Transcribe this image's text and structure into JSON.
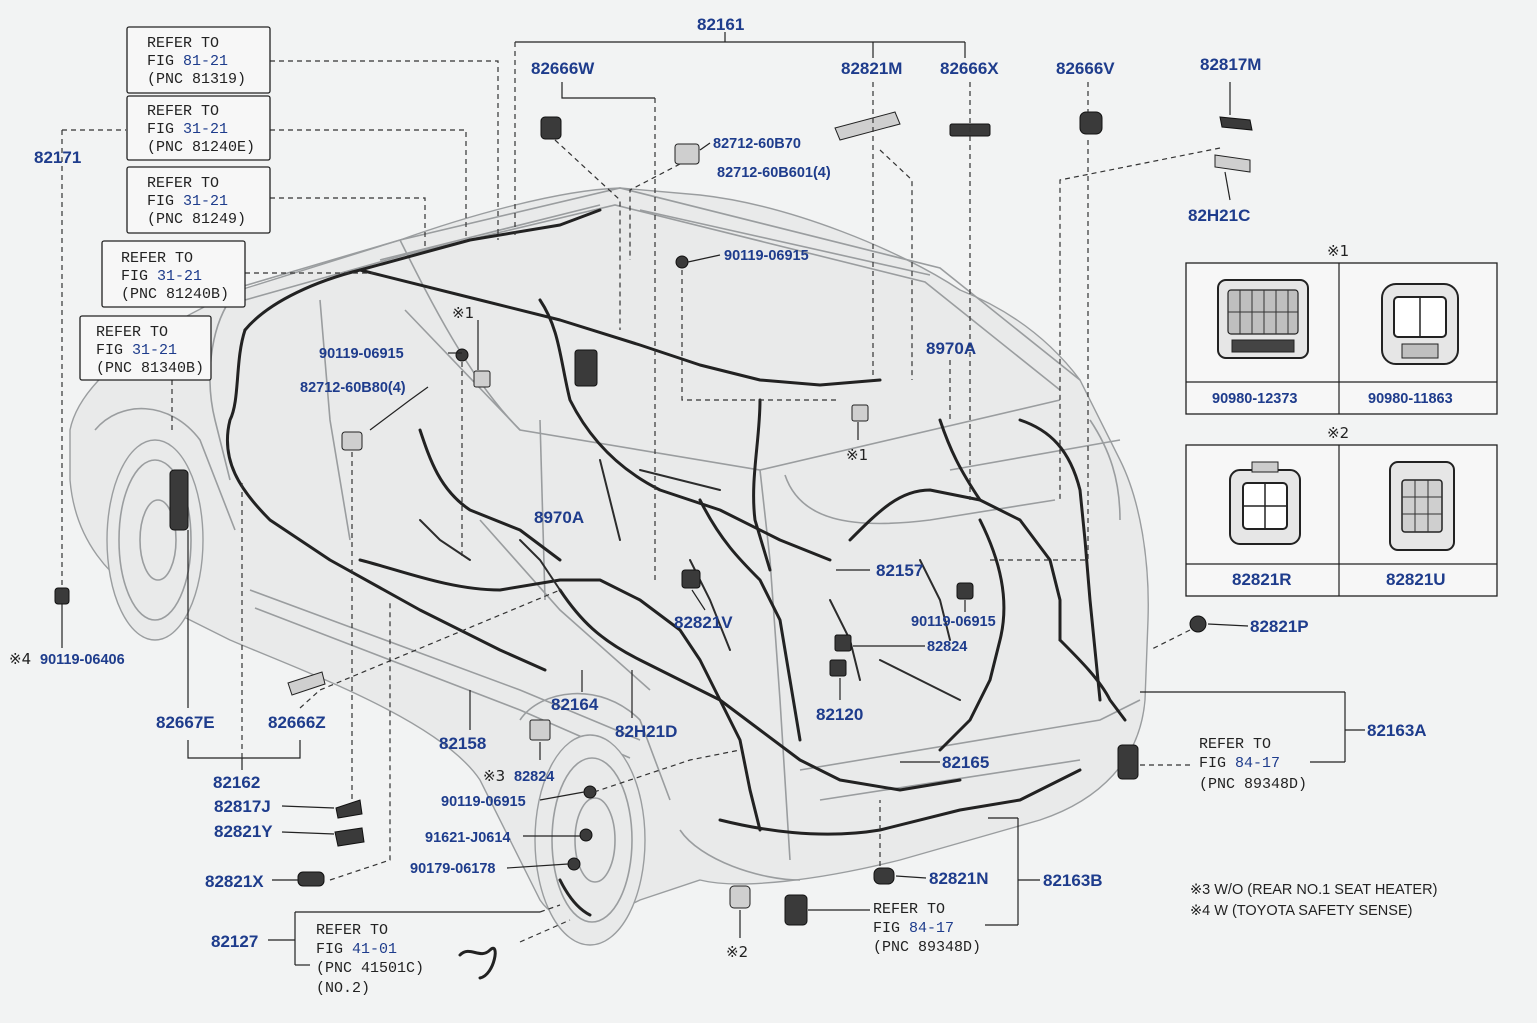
{
  "part_labels": {
    "p82161": "82161",
    "p82666W": "82666W",
    "p82821M": "82821M",
    "p82666X": "82666X",
    "p82666V": "82666V",
    "p82817M": "82817M",
    "p82H21C": "82H21C",
    "p82171": "82171",
    "p82712_60B70": "82712-60B70",
    "p82712_60B601": "82712-60B601(4)",
    "p90119_06915_a": "90119-06915",
    "p90119_06915_b": "90119-06915",
    "p82712_60B80": "82712-60B80(4)",
    "p8970A_a": "8970A",
    "p8970A_b": "8970A",
    "p82157": "82157",
    "p82821V": "82821V",
    "p90119_06915_c": "90119-06915",
    "p82824_a": "82824",
    "p82120": "82120",
    "p82164": "82164",
    "p82H21D": "82H21D",
    "p82667E": "82667E",
    "p82666Z": "82666Z",
    "p82158": "82158",
    "p82162": "82162",
    "p82817J": "82817J",
    "p82821Y": "82821Y",
    "p82821X": "82821X",
    "p82824_b": "82824",
    "p90119_06915_d": "90119-06915",
    "p91621_J0614": "91621-J0614",
    "p90179_06178": "90179-06178",
    "p82127": "82127",
    "p82165": "82165",
    "p82821N": "82821N",
    "p82163B": "82163B",
    "p82163A": "82163A",
    "p82821P": "82821P",
    "p90119_06406": "90119-06406"
  },
  "markers": {
    "m1_a": "※1",
    "m1_b": "※1",
    "m1_inset": "※1",
    "m2_inset": "※2",
    "m2_part": "※2",
    "m3": "※3",
    "m4": "※4"
  },
  "refer_boxes": [
    {
      "l1": "REFER TO",
      "fig_pre": "FIG ",
      "fig": "81-21",
      "pnc": "(PNC 81319)"
    },
    {
      "l1": "REFER TO",
      "fig_pre": "FIG ",
      "fig": "31-21",
      "pnc": "(PNC 81240E)"
    },
    {
      "l1": "REFER TO",
      "fig_pre": "FIG ",
      "fig": "31-21",
      "pnc": "(PNC 81249)"
    },
    {
      "l1": "REFER TO",
      "fig_pre": "FIG ",
      "fig": "31-21",
      "pnc": "(PNC 81240B)"
    },
    {
      "l1": "REFER TO",
      "fig_pre": "FIG ",
      "fig": "31-21",
      "pnc": "(PNC 81340B)"
    }
  ],
  "refer_free": [
    {
      "l1": "REFER TO",
      "fig_pre": "FIG ",
      "fig": "84-17",
      "pnc": "(PNC 89348D)"
    },
    {
      "l1": "REFER TO",
      "fig_pre": "FIG ",
      "fig": "84-17",
      "pnc": "(PNC 89348D)"
    },
    {
      "l1": "REFER TO",
      "fig_pre": "FIG ",
      "fig": "41-01",
      "pnc": "(PNC 41501C)",
      "extra": "(NO.2)"
    }
  ],
  "insets": {
    "inset1": {
      "left": "90980-12373",
      "right": "90980-11863"
    },
    "inset2": {
      "left": "82821R",
      "right": "82821U"
    }
  },
  "footnotes": {
    "n3": "※3  W/O (REAR NO.1 SEAT HEATER)",
    "n4": "※4  W (TOYOTA SAFETY SENSE)"
  },
  "colors": {
    "part_number": "#1e3c8c",
    "line": "#222222",
    "background": "#f2f3f3"
  }
}
